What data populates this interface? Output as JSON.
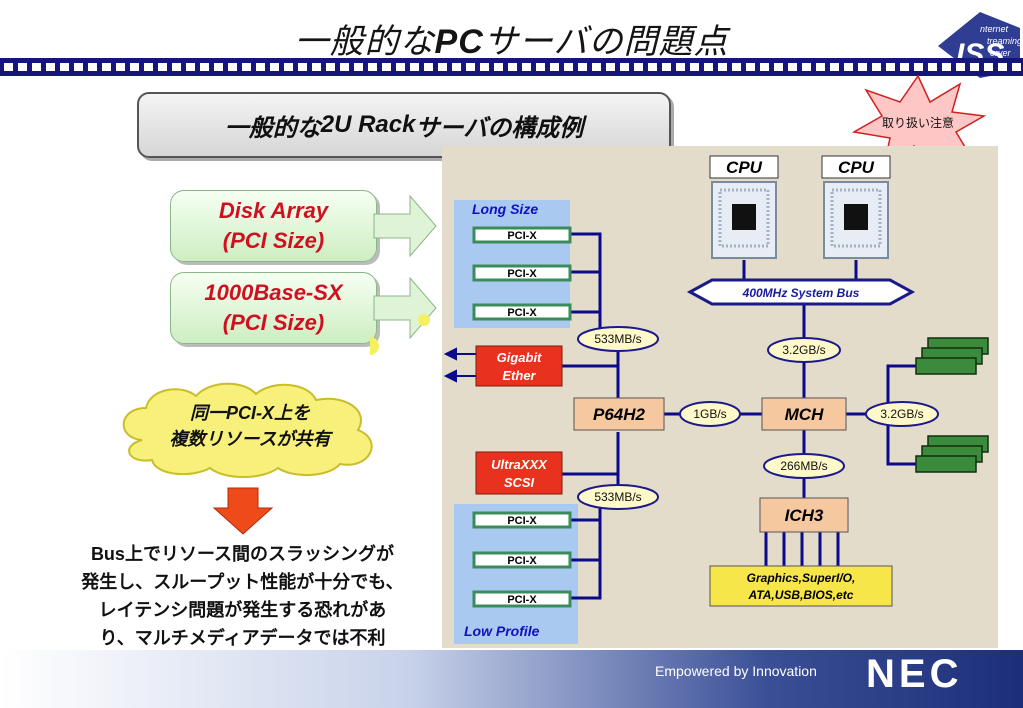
{
  "title": {
    "part1": "一般的な",
    "part2": "PC",
    "part3": "サーバの問題点"
  },
  "logo": {
    "lines": [
      "nternet",
      "treaming",
      "erver"
    ],
    "letters": "ISS"
  },
  "subtitle": {
    "part1": "一般的な",
    "part2": "2U Rack",
    "part3": "サーバの構成例"
  },
  "caution_star": "取り扱い注意",
  "left_panel": {
    "disk_array": {
      "line1": "Disk Array",
      "line2": "(PCI Size)"
    },
    "gbe": {
      "line1": "1000Base-SX",
      "line2": "(PCI Size)"
    },
    "cloud": {
      "line1_pre": "同一",
      "line1_bold": "PCI-X",
      "line1_post": "上を",
      "line2": "複数リソースが共有"
    },
    "note": {
      "bold": "Bus",
      "text_line1": "上でリソース間のスラッシングが",
      "line2": "発生し、スループット性能が十分でも、",
      "line3": "レイテンシ問題が発生する恐れがあ",
      "line4": "り、マルチメディアデータでは不利"
    }
  },
  "diagram": {
    "long_size": "Long Size",
    "low_profile": "Low Profile",
    "pci_slot": "PCI-X",
    "cpu": "CPU",
    "system_bus": "400MHz System Bus",
    "bw_32_cpu": "3.2GB/s",
    "bw_533_top": "533MB/s",
    "bw_533_bottom": "533MB/s",
    "bw_1gb": "1GB/s",
    "bw_32_mem": "3.2GB/s",
    "bw_266": "266MB/s",
    "gigabit": {
      "line1": "Gigabit",
      "line2": "Ether"
    },
    "scsi": {
      "line1": "UltraXXX",
      "line2": "SCSI"
    },
    "p64h2": "P64H2",
    "mch": "MCH",
    "ich3": "ICH3",
    "io": {
      "line1": "Graphics,SuperI/O,",
      "line2": "ATA,USB,BIOS,etc"
    }
  },
  "footer": {
    "tagline": "Empowered by Innovation",
    "brand": "NEC"
  },
  "colors": {
    "title_bar": "#16167a",
    "diagram_bg": "#e3dccb",
    "pci_area": "#a9c9f0",
    "chip": "#f6c8a0",
    "red_box": "#e8321e",
    "yellow_box": "#f7e64a",
    "bus_line": "#0a0a8a"
  }
}
